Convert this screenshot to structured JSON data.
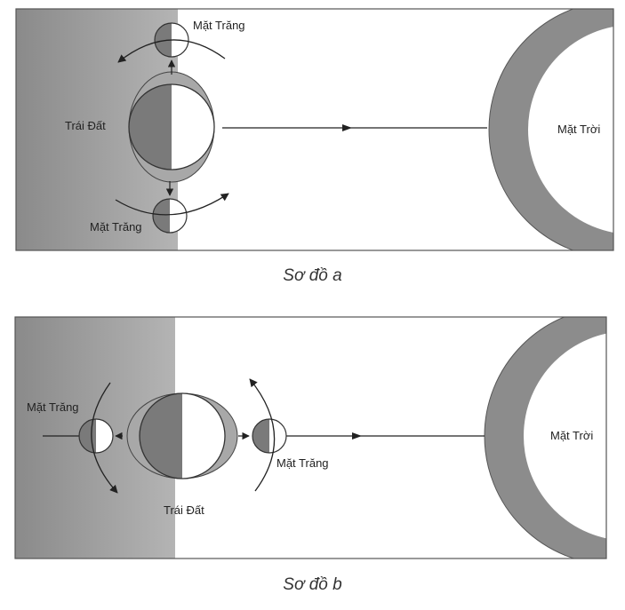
{
  "diagram_a": {
    "moon_top_label": "Mặt Trăng",
    "moon_bottom_label": "Mặt Trăng",
    "earth_label": "Trái Đất",
    "sun_label": "Mặt Trời",
    "caption": "Sơ đồ a"
  },
  "diagram_b": {
    "moon_left_label": "Mặt Trăng",
    "moon_right_label": "Mặt Trăng",
    "earth_label": "Trái Đất",
    "sun_label": "Mặt Trời",
    "caption": "Sơ đồ b"
  },
  "colors": {
    "shadow": "#9a9a9a",
    "dark_half": "#7a7a7a",
    "sun_ring": "#8c8c8c",
    "tide_bulge": "#a8a8a8",
    "stroke": "#333333"
  }
}
